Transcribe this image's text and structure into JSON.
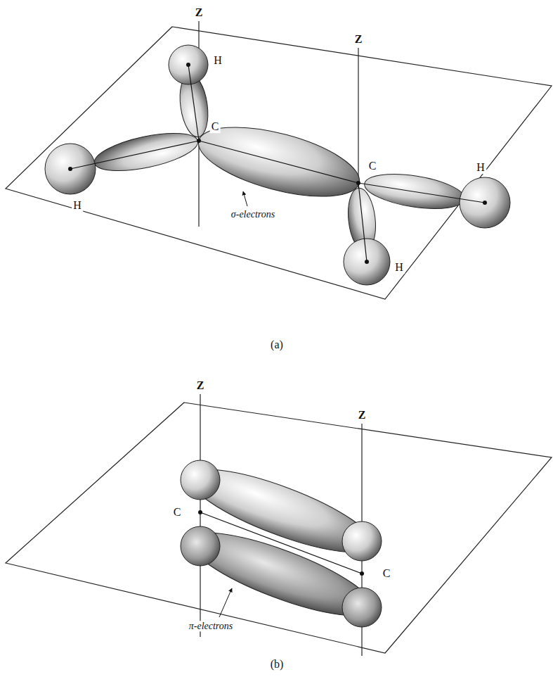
{
  "diagram": {
    "labels": [
      "Z",
      "Z",
      "H",
      "C",
      "C",
      "H",
      "H",
      "σ-electrons",
      "H",
      "(a)",
      "Z",
      "Z",
      "C",
      "C",
      "π-electrons",
      "(b)"
    ]
  }
}
